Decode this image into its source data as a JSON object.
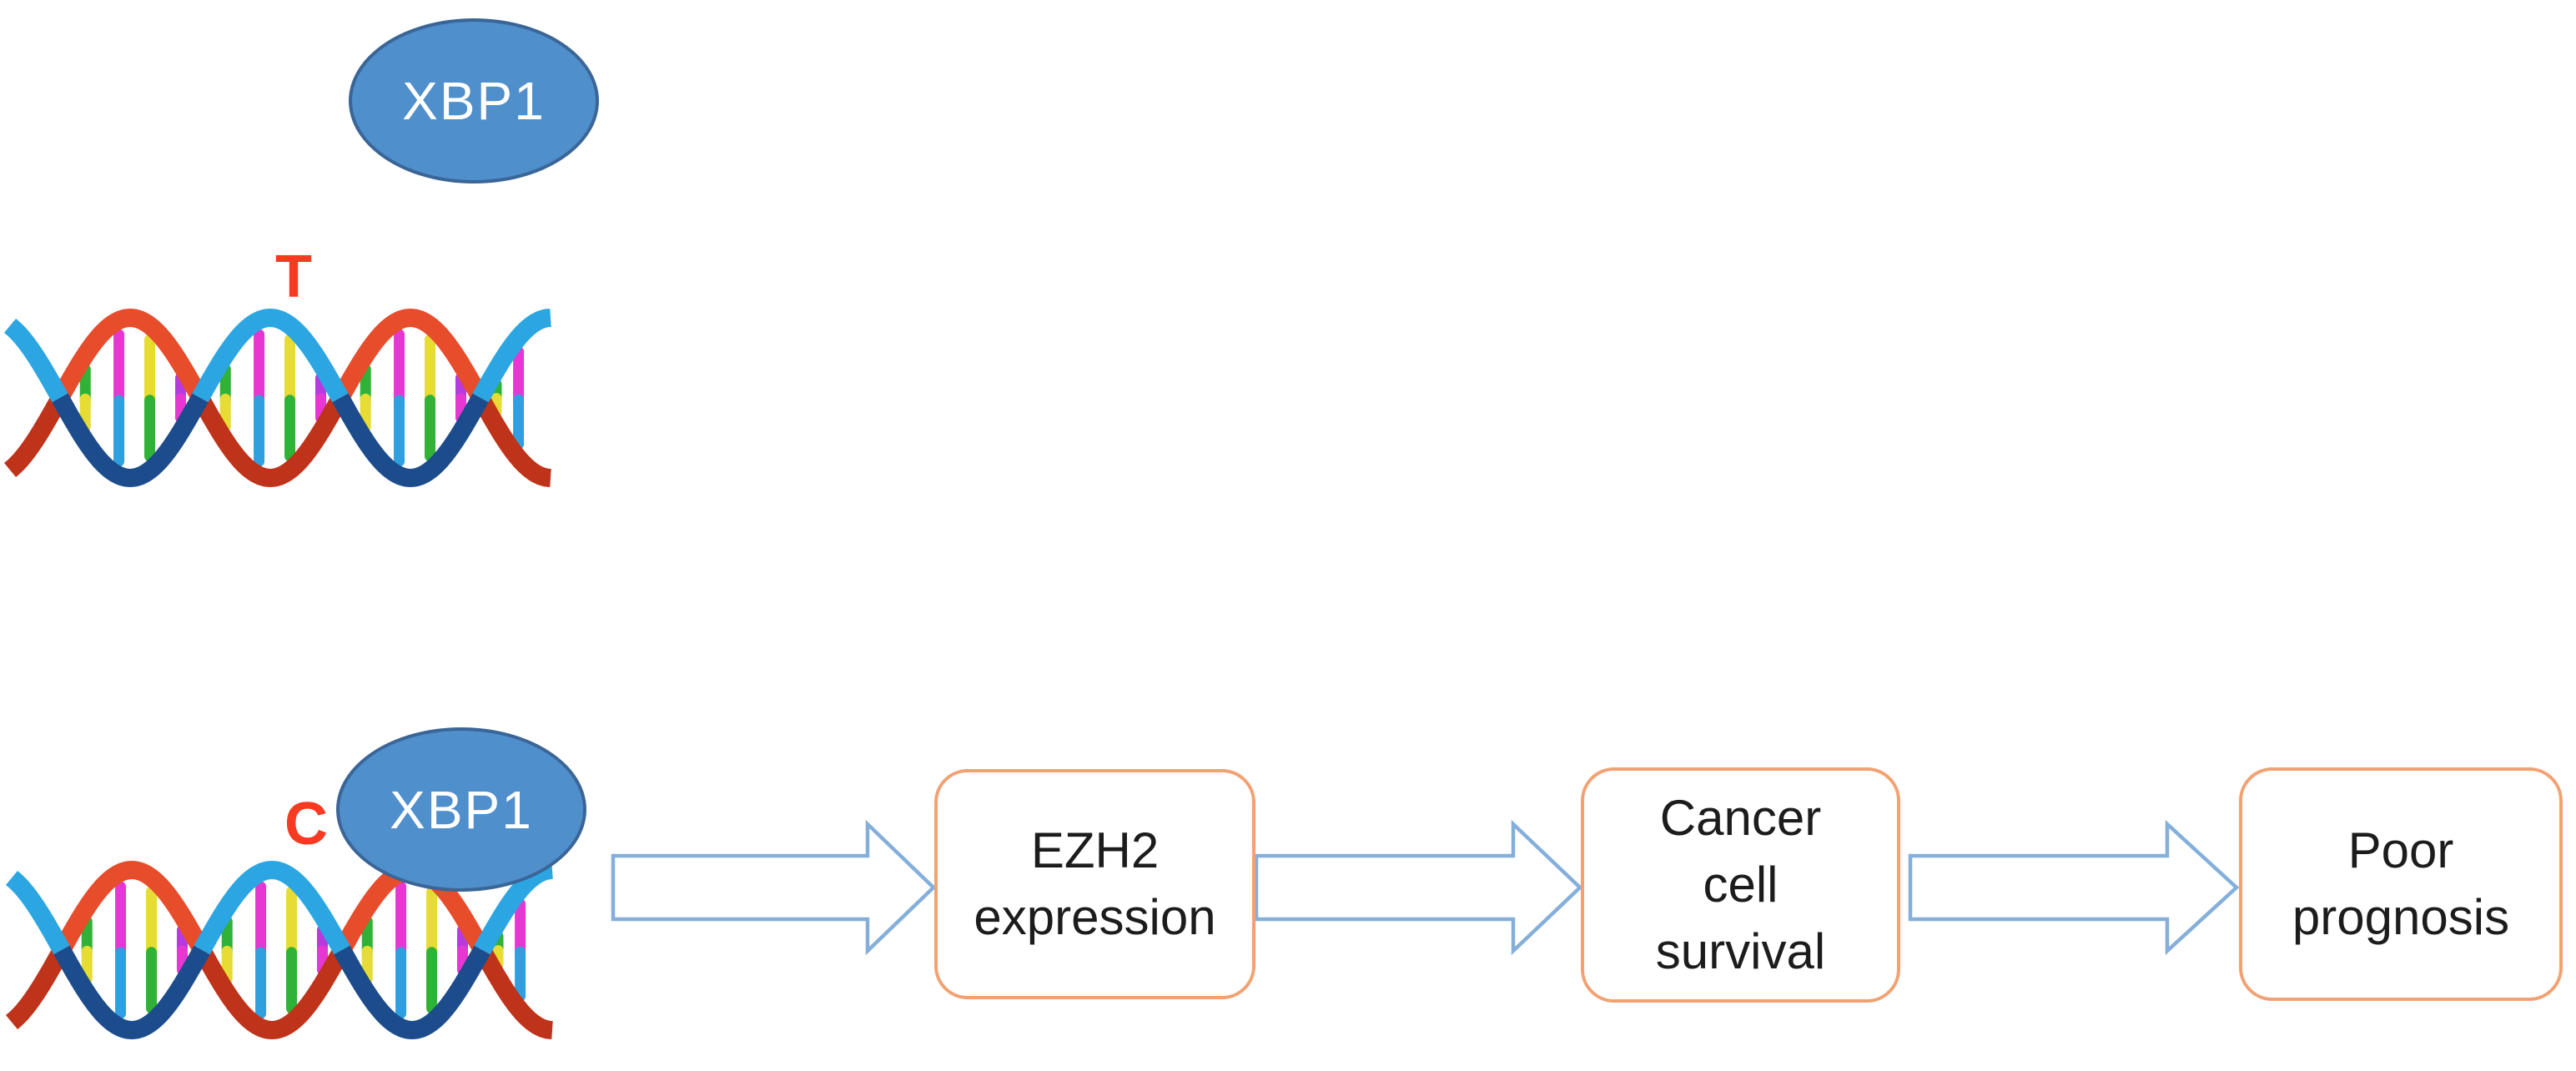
{
  "figure": {
    "background": "#ffffff",
    "top_scene": {
      "xbp1_label": "XBP1",
      "allele": "T",
      "description": "dna-double-helix-with-T-allele-unbound-xbp1"
    },
    "bottom_scene": {
      "xbp1_label": "XBP1",
      "allele": "C",
      "description": "dna-double-helix-with-C-allele-bound-xbp1"
    },
    "flow": {
      "boxes": [
        {
          "label": "EZH2\nexpression"
        },
        {
          "label": "Cancer\ncell\nsurvival"
        },
        {
          "label": "Poor\nprognosis"
        }
      ]
    },
    "colors": {
      "ellipse_fill": "#4f8fcc",
      "ellipse_border": "#3a6597",
      "allele_red": "#f83a22",
      "box_border": "#f2a173",
      "box_text": "#1c1c1c",
      "arrow_outline": "#85afdb",
      "helix_red_light": "#e74c2b",
      "helix_red_dark": "#bf331a",
      "helix_blue_light": "#2ca6e2",
      "helix_blue_dark": "#1c4c8c",
      "rung_green": "#2fb236",
      "rung_yellow": "#e6dc33",
      "rung_magenta": "#e637d2",
      "rung_blue": "#2f9fe0",
      "rung_purple": "#b63ae0"
    }
  }
}
